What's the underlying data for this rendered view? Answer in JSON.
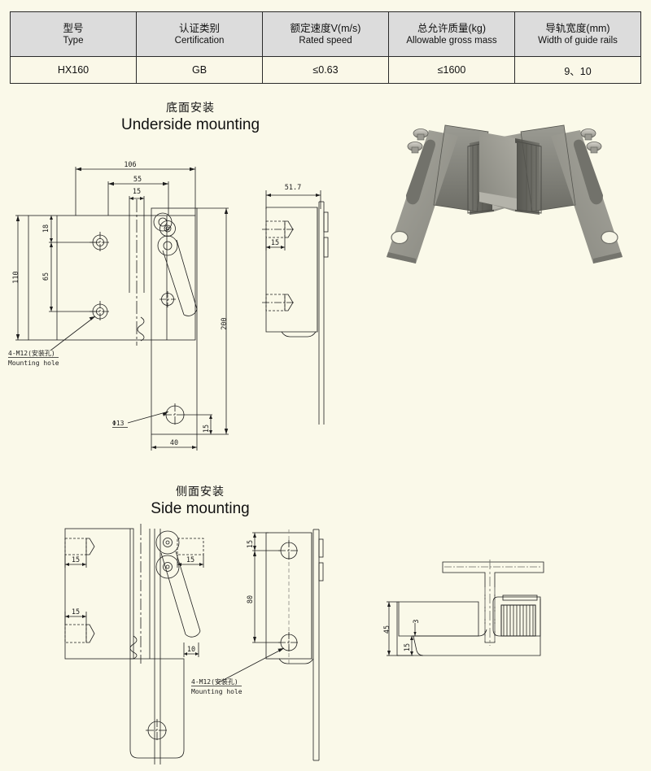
{
  "spec_table": {
    "columns": [
      {
        "cn": "型号",
        "en": "Type"
      },
      {
        "cn": "认证类别",
        "en": "Certification"
      },
      {
        "cn": "额定速度V(m/s)",
        "en": "Rated speed"
      },
      {
        "cn": "总允许质量(kg)",
        "en": "Allowable gross mass"
      },
      {
        "cn": "导轨宽度(mm)",
        "en": "Width of guide rails"
      }
    ],
    "rows": [
      [
        "HX160",
        "GB",
        "≤0.63",
        "≤1600",
        "9、10"
      ]
    ]
  },
  "sections": {
    "underside": {
      "cn": "底面安装",
      "en": "Underside mounting"
    },
    "side": {
      "cn": "侧面安装",
      "en": "Side mounting"
    }
  },
  "callouts": {
    "mounting_hole_cn": "4-M12(安装孔)",
    "mounting_hole_en": "Mounting hole",
    "diameter_13": "Φ13"
  },
  "dimensions": {
    "underside_front": {
      "width_overall": "106",
      "width_mid": "55",
      "width_slot": "15",
      "height_overall": "110",
      "height_hole_spacing": "65",
      "height_top_offset": "18"
    },
    "underside_right_plate": {
      "height": "200",
      "bottom_offset": "15",
      "width": "40"
    },
    "underside_side_view": {
      "depth": "51.7",
      "hole_offset": "15"
    },
    "side_front": {
      "hole_offset_top_left": "15",
      "hole_offset_top_right": "15",
      "hole_offset_bottom_left": "15",
      "arm_end": "10"
    },
    "side_mid_view": {
      "top_offset": "15",
      "hole_spacing": "80"
    },
    "rail_section": {
      "height": "45",
      "shoe_thickness": "3",
      "lower_offset": "15"
    }
  },
  "colors": {
    "page_background": "#faf9e9",
    "table_header_bg": "#dcdcdc",
    "table_cell_bg": "#faf8e8",
    "line": "#1d1d1d",
    "metal_light": "#9a9a92",
    "metal_mid": "#7d7d76",
    "metal_dark": "#5c5c57"
  },
  "photo": {
    "alt": "Pair of mirrored cast-steel elevator safety gear guide shoe blocks with bolted flat mounting arms"
  }
}
